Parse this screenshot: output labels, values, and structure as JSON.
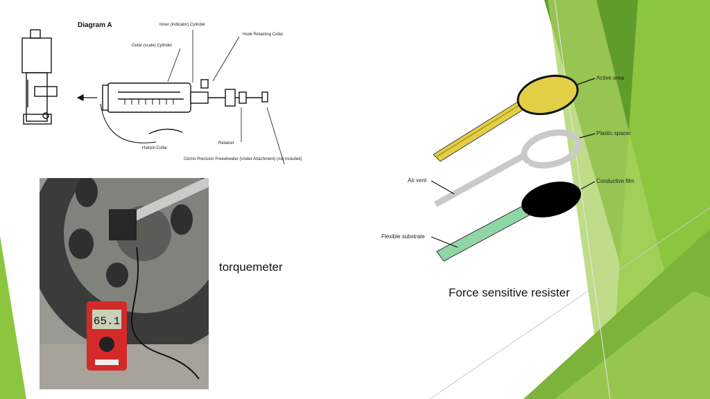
{
  "diagram_a": {
    "title": "Diagram A",
    "labels": {
      "inner_cylinder": "Inner (Indicator) Cylinder",
      "outer_cylinder": "Outer (scale) Cylinder",
      "hook_collar": "Hook Retaining Collar",
      "hairpin_collar": "Hairpin Collar",
      "retainer": "Retainer",
      "freewheeler": "Gizmo Precision Freewheeler (Under Attachment) (not included)"
    }
  },
  "photo": {
    "meter_reading": "65.1"
  },
  "captions": {
    "torquemeter": "torquemeter",
    "fsr": "Force sensitive resister"
  },
  "fsr_diagram": {
    "labels": {
      "active_area": "Active area",
      "spacer": "Plastic spacer",
      "conductive_film": "Conductive film",
      "air_vent": "Air vent",
      "substrate": "Flexible substrate"
    }
  },
  "colors": {
    "green_dark": "#5f9c2b",
    "green_mid": "#8cc63f",
    "green_light": "#b9dc7a",
    "fsr_yellow": "#e2cf45",
    "fsr_green": "#8fd6a7"
  }
}
